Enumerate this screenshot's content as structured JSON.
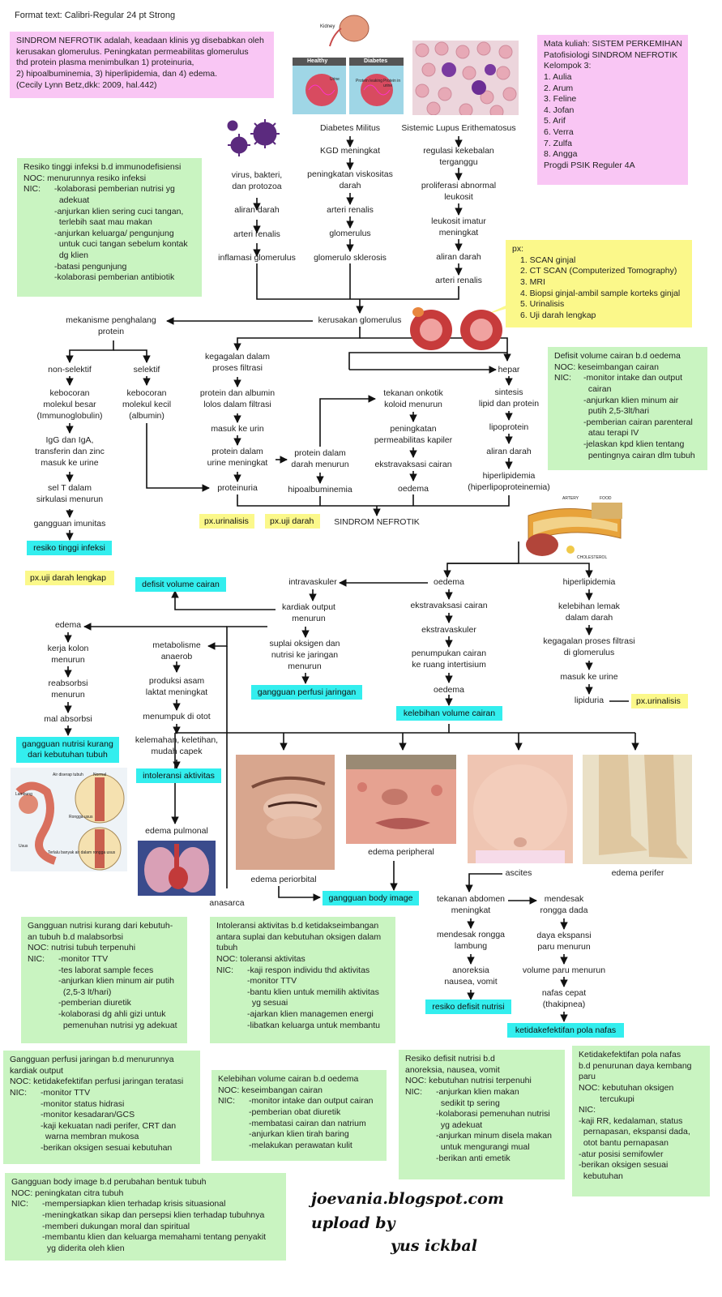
{
  "format_note": "Format text: Calibri-Regular 24 pt Strong",
  "definition": {
    "lines": [
      "SINDROM NEFROTIK adalah, keadaan klinis yg disebabkan oleh",
      "kerusakan glomerulus. Peningkatan permeabilitas glomerulus",
      "thd protein plasma menimbulkan 1) proteinuria,",
      "2) hipoalbuminemia, 3) hiperlipidemia, dan 4) edema.",
      "(Cecily Lynn Betz,dkk: 2009, hal.442)"
    ]
  },
  "course": {
    "lines": [
      "Mata kuliah: SISTEM PERKEMIHAN",
      "Patofisiologi SINDROM NEFROTIK",
      "Kelompok 3:",
      "1. Aulia",
      "2. Arum",
      "3. Feline",
      "4. Jofan",
      "5. Arif",
      "6. Verra",
      "7. Zulfa",
      "8. Angga",
      "Progdi PSIK Reguler 4A"
    ]
  },
  "kidney_labels": {
    "kidney": "Kidney",
    "healthy": "Healthy",
    "diabetes": "Diabetes",
    "urine": "Urine",
    "protein_leaking": "Protein leaking",
    "protein_in_urine": "Protein in urine"
  },
  "causes": {
    "infection": [
      "virus, bakteri,\ndan protozoa",
      "aliran darah",
      "arteri renalis",
      "inflamasi glomerulus"
    ],
    "dm": [
      "Diabetes Militus",
      "KGD meningkat",
      "peningkatan viskositas\ndarah",
      "arteri renalis",
      "glomerulus",
      "glomerulo sklerosis"
    ],
    "sle": [
      "Sistemic Lupus Erithematosus",
      "regulasi kekebalan\nterganggu",
      "proliferasi abnormal\nleukosit",
      "leukosit imatur\nmeningkat",
      "aliran darah",
      "arteri renalis"
    ]
  },
  "infection_plan": {
    "title": "Resiko tinggi infeksi b.d immunodefisiensi",
    "noc": "NOC: menurunnya resiko infeksi",
    "nic_label": "NIC:",
    "items": [
      "-kolaborasi pemberian nutrisi yg",
      "  adekuat",
      "-anjurkan klien sering cuci tangan,",
      "  terlebih saat mau makan",
      "-anjurkan keluarga/ pengunjung",
      "  untuk cuci tangan sebelum kontak",
      "  dg klien",
      "-batasi pengunjung",
      "-kolaborasi pemberian antibiotik"
    ]
  },
  "px": {
    "title": "px:",
    "items": [
      "1. SCAN ginjal",
      "2. CT SCAN (Computerized Tomography)",
      "3. MRI",
      "4. Biopsi ginjal-ambil sample korteks ginjal",
      "5. Urinalisis",
      "6. Uji darah lengkap"
    ]
  },
  "kerusakan": "kerusakan glomerulus",
  "barrier": {
    "title": "mekanisme penghalang\nprotein",
    "nonselektif": "non-selektif",
    "selektif": "selektif",
    "kebocoran_besar": "kebocoran\nmolekul besar\n(Immunoglobulin)",
    "kebocoran_kecil": "kebocoran\nmolekul kecil\n(albumin)",
    "igg": "IgG dan IgA,\ntransferin dan zinc\nmasuk ke urine",
    "selt": "sel T dalam\nsirkulasi menurun",
    "gangguan_imunitas": "gangguan imunitas",
    "resiko_infeksi": "resiko tinggi infeksi",
    "px_darah_lengkap": "px.uji darah lengkap"
  },
  "filtration": {
    "kegagalan": "kegagalan dalam\nproses filtrasi",
    "lolos": "protein dan albumin\nlolos dalam filtrasi",
    "masuk": "masuk ke urin",
    "urine_meningkat": "protein dalam\nurine meningkat",
    "proteinuria": "proteinuria",
    "darah_menurun": "protein dalam\ndarah menurun",
    "hipoalbuminemia": "hipoalbuminemia",
    "px_urinalisis": "px.urinalisis",
    "px_darah": "px.uji darah"
  },
  "oncotic": {
    "tekanan": "tekanan onkotik\nkoloid menurun",
    "permeabilitas": "peningkatan\npermeabilitas kapiler",
    "ekstravaksasi": "ekstravaksasi cairan",
    "oedema": "oedema"
  },
  "hepar": {
    "hepar": "hepar",
    "sintesis": "sintesis\nlipid dan protein",
    "lipoprotein": "lipoprotein",
    "aliran": "aliran darah",
    "hiperlipidemia": "hiperlipidemia\n(hiperlipoproteinemia)"
  },
  "fluid_plan": {
    "title": "Defisit volume cairan b.d oedema",
    "noc": "NOC: keseimbangan cairan",
    "nic_label": "NIC:",
    "items": [
      "-monitor intake dan output",
      "  cairan",
      "-anjurkan klien minum air",
      "  putih 2,5-3lt/hari",
      "-pemberian cairan parenteral",
      "  atau terapi IV",
      "-jelaskan kpd klien tentang",
      "  pentingnya cairan dlm tubuh"
    ]
  },
  "center": "SINDROM NEFROTIK",
  "artery_labels": {
    "artery": "ARTERY",
    "food": "FOOD",
    "cholesterol": "CHOLESTEROL"
  },
  "intravaskuler": {
    "intravaskuler": "intravaskuler",
    "defisit": "defisit volume cairan",
    "kardiak": "kardiak output\nmenurun",
    "suplai": "suplai oksigen dan\nnutrisi ke jaringan\nmenurun",
    "gangguan_perfusi": "gangguan perfusi jaringan"
  },
  "oedema_branch": {
    "oedema": "oedema",
    "ekstravaksasi": "ekstravaksasi cairan",
    "ekstravaskuler": "ekstravaskuler",
    "penumpukan": "penumpukan cairan\nke ruang intertisium",
    "oedema2": "oedema",
    "kelebihan": "kelebihan volume cairan"
  },
  "hiperlip_branch": {
    "hiperlipidemia": "hiperlipidemia",
    "kelebihan_lemak": "kelebihan lemak\ndalam darah",
    "kegagalan": "kegagalan proses filtrasi\ndi glomerulus",
    "masuk": "masuk ke urine",
    "lipiduria": "lipiduria",
    "px_urinalisis": "px.urinalisis"
  },
  "nutrition_branch": {
    "edema": "edema",
    "kerja": "kerja kolon\nmenurun",
    "reabsorbsi": "reabsorbsi\nmenurun",
    "mal": "mal absorbsi",
    "gangguan": "gangguan nutrisi kurang\ndari kebutuhan tubuh"
  },
  "activity_branch": {
    "metabolisme": "metabolisme\nanaerob",
    "produksi": "produksi asam\nlaktat meningkat",
    "menumpuk": "menumpuk di otot",
    "kelemahan": "kelemahan, keletihan,\nmudah capek",
    "intoleransi": "intoleransi aktivitas"
  },
  "intestine_labels": {
    "air": "Air diserap tubuh",
    "normal": "Normal",
    "lambung": "Lambung",
    "rongga": "Rongga usus",
    "usus": "Usus",
    "terlalu": "Terlalu banyak air dalam rongga usus"
  },
  "edema_types": {
    "pulmonal": "edema pulmonal",
    "anasarca": "anasarca",
    "periorbital": "edema periorbital",
    "peripheral": "edema peripheral",
    "ascites": "ascites",
    "perifer": "edema perifer",
    "body_image": "gangguan body image"
  },
  "ascites_branch": {
    "tekanan": "tekanan abdomen\nmeningkat",
    "mendesak_lambung": "mendesak rongga\nlambung",
    "anoreksia": "anoreksia\nnausea, vomit",
    "resiko": "resiko defisit nutrisi",
    "mendesak_dada": "mendesak\nrongga dada",
    "daya": "daya ekspansi\nparu menurun",
    "volume": "volume paru menurun",
    "nafas": "nafas cepat\n(thakipnea)",
    "ketidakefektifan": "ketidakefektifan pola nafas"
  },
  "plan_nutrisi": {
    "lines": [
      "Gangguan nutrisi kurang dari kebutuh-",
      "an tubuh b.d malabsorbsi",
      "NOC: nutrisi tubuh terpenuhi"
    ],
    "nic_label": "NIC:",
    "items": [
      "-monitor TTV",
      "-tes laborat sample feces",
      "-anjurkan klien minum air putih",
      "  (2,5-3 lt/hari)",
      "-pemberian diuretik",
      "-kolaborasi dg ahli gizi untuk",
      "  pemenuhan nutrisi yg adekuat"
    ]
  },
  "plan_intoleransi": {
    "lines": [
      "Intoleransi aktivitas b.d ketidakseimbangan",
      "antara suplai dan kebutuhan oksigen dalam",
      "tubuh",
      "NOC: toleransi aktivitas"
    ],
    "nic_label": "NIC:",
    "items": [
      "-kaji respon individu thd aktivitas",
      "-monitor TTV",
      "-bantu klien untuk memilih aktivitas",
      "  yg sesuai",
      "-ajarkan klien managemen energi",
      "-libatkan keluarga untuk membantu"
    ]
  },
  "plan_perfusi": {
    "lines": [
      "Gangguan perfusi jaringan b.d menurunnya",
      "kardiak output",
      "NOC: ketidakefektifan perfusi jaringan teratasi"
    ],
    "nic_label": "NIC:",
    "items": [
      "-monitor TTV",
      "-monitor status hidrasi",
      "-monitor kesadaran/GCS",
      "-kaji kekuatan nadi perifer, CRT dan",
      "  warna membran mukosa",
      "-berikan oksigen sesuai kebutuhan"
    ]
  },
  "plan_kelebihan": {
    "lines": [
      "Kelebihan volume cairan b.d oedema",
      "NOC: keseimbangan cairan"
    ],
    "nic_label": "NIC:",
    "items": [
      "-monitor intake dan output cairan",
      "-pemberian obat diuretik",
      "-membatasi cairan dan natrium",
      "-anjurkan klien tirah baring",
      "-melakukan perawatan kulit"
    ]
  },
  "plan_defisit_nutrisi": {
    "lines": [
      "Resiko defisit nutrisi b.d",
      "anoreksia, nausea, vomit",
      "NOC: kebutuhan nutrisi terpenuhi"
    ],
    "nic_label": "NIC:",
    "items": [
      "-anjurkan klien makan",
      "  sedikit tp sering",
      "-kolaborasi pemenuhan nutrisi",
      "  yg adekuat",
      "-anjurkan minum disela makan",
      "  untuk mengurangi mual",
      "-berikan anti emetik"
    ]
  },
  "plan_pola_nafas": {
    "lines": [
      "Ketidakefektifan pola nafas",
      "b.d penurunan daya kembang",
      "paru",
      "NOC: kebutuhan oksigen",
      "         tercukupi",
      "NIC:",
      "-kaji RR, kedalaman, status",
      "  pernapasan, ekspansi dada,",
      "  otot bantu pernapasan",
      "-atur posisi semifowler",
      "-berikan oksigen sesuai",
      "  kebutuhan"
    ]
  },
  "plan_body_image": {
    "lines": [
      "Gangguan body image b.d perubahan bentuk tubuh",
      "NOC: peningkatan citra tubuh"
    ],
    "nic_label": "NIC:",
    "items": [
      "-mempersiapkan klien terhadap krisis situasional",
      "-meningkatkan sikap dan persepsi klien terhadap tubuhnya",
      "-memberi dukungan moral dan spiritual",
      "-membantu klien dan keluarga memahami tentang penyakit",
      "  yg diderita oleh klien"
    ]
  },
  "signature": {
    "blog": "joevania.blogspot.com",
    "upload": "upload by",
    "name": "yus ickbal"
  },
  "colors": {
    "pink": "#f9c6f4",
    "green": "#c9f4c1",
    "yellow": "#fbf88a",
    "cyan": "#33eeee"
  }
}
